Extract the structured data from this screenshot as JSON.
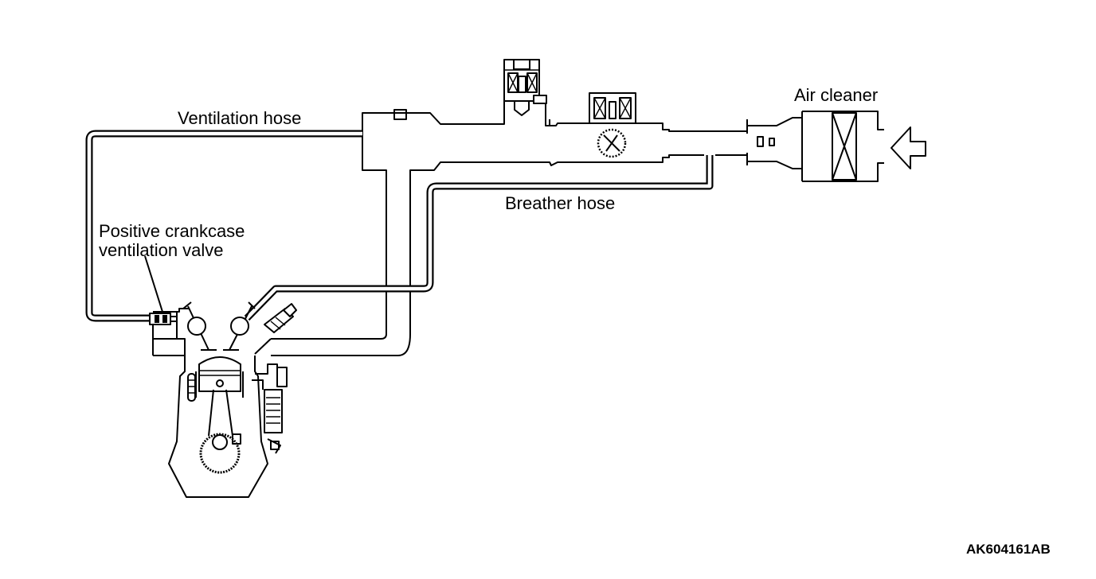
{
  "labels": {
    "ventilation_hose": "Ventilation hose",
    "air_cleaner": "Air cleaner",
    "breather_hose": "Breather hose",
    "pcv_valve_line1": "Positive crankcase",
    "pcv_valve_line2": "ventilation valve"
  },
  "figure_code": "AK604161AB",
  "colors": {
    "line": "#000000",
    "background": "#ffffff"
  }
}
